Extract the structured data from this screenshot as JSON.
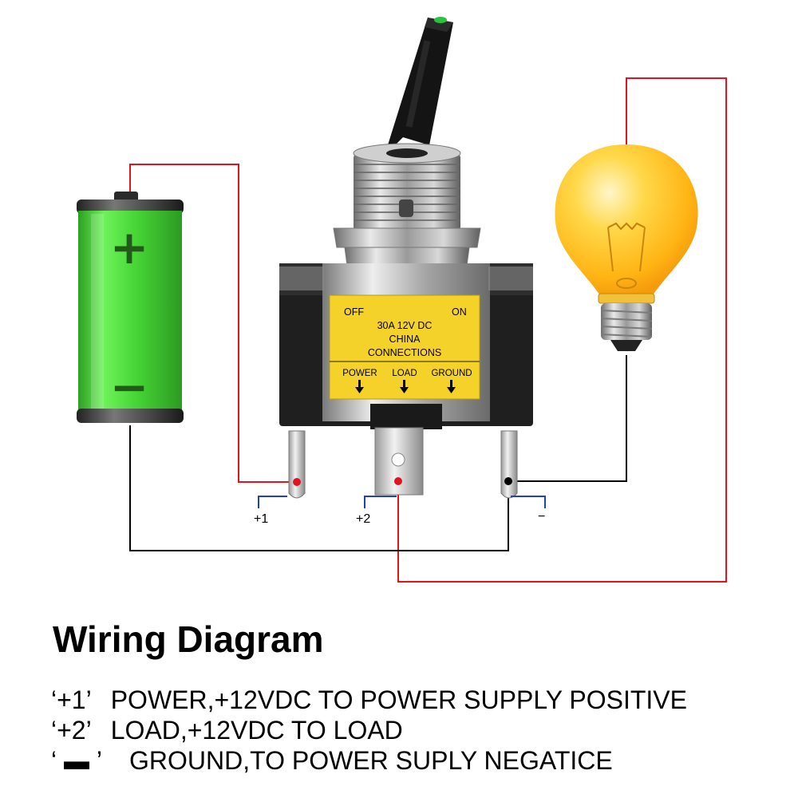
{
  "diagram": {
    "battery": {
      "plus": "+",
      "minus": "−"
    },
    "switch": {
      "off_label": "OFF",
      "on_label": "ON",
      "rating": "30A 12V DC",
      "origin": "CHINA",
      "connections_title": "CONNECTIONS",
      "power_label": "POWER",
      "load_label": "LOAD",
      "ground_label": "GROUND"
    },
    "terminals": {
      "t1": "+1",
      "t2": "+2",
      "t3": "−"
    },
    "colors": {
      "positive_wire": "#e0141c",
      "ground_wire": "#000000",
      "terminal_marker": "#1e3fc8",
      "battery": "#4cd83a",
      "bulb": "#ffc01e",
      "label_plate": "#f5d22a"
    },
    "icons": [
      "battery-icon",
      "toggle-switch-icon",
      "light-bulb-icon"
    ]
  },
  "title": "Wiring Diagram",
  "legend": [
    {
      "key": "‘+1’",
      "desc": "POWER,+12VDC TO POWER SUPPLY POSITIVE"
    },
    {
      "key": "‘+2’",
      "desc": "LOAD,+12VDC TO LOAD"
    },
    {
      "key": "‘ ",
      "key_mark": "▬",
      "key_end": " ’",
      "desc": "GROUND,TO POWER SUPLY NEGATICE"
    }
  ]
}
